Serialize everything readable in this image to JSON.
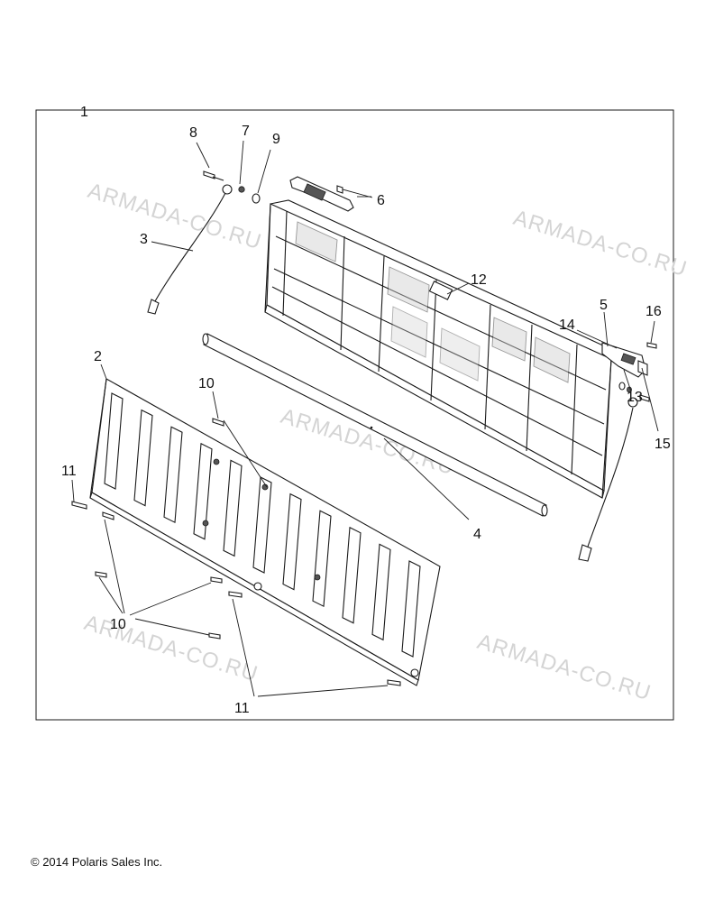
{
  "callouts": [
    "1",
    "2",
    "3",
    "4",
    "5",
    "6",
    "7",
    "8",
    "9",
    "10",
    "10",
    "11",
    "11",
    "12",
    "13",
    "14",
    "15",
    "16"
  ],
  "watermark": "ARMADA-CO.RU",
  "copyright": "© 2014 Polaris Sales Inc.",
  "colors": {
    "line": "#1a1a1a",
    "watermark": "#d4d4d4",
    "background": "#ffffff"
  }
}
